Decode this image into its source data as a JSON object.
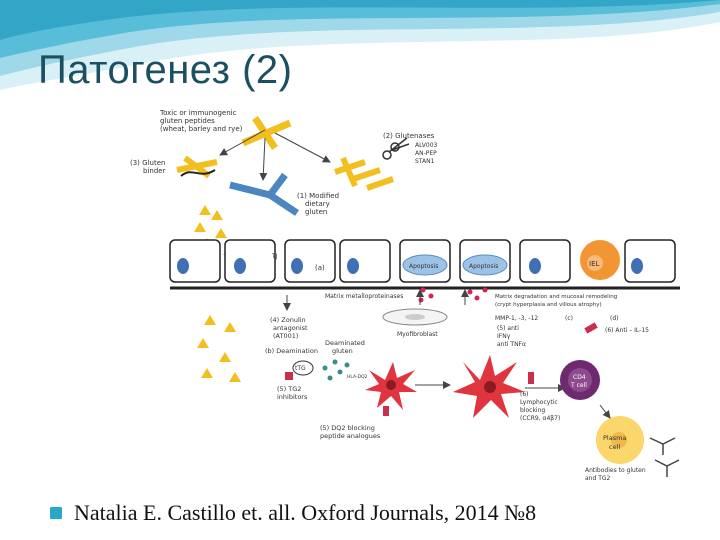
{
  "slide": {
    "title": "Патогенез (2)",
    "citation": "Natalia E. Castillo et. all. Oxford Journals, 2014 №8"
  },
  "colors": {
    "gluten": "#f3bf1f",
    "modified_gluten": "#4b86c1",
    "cell_nucleus": "#3f6fb5",
    "iel": "#f29633",
    "dendritic": "#e0353e",
    "cd4": "#6e2a6e",
    "plasma": "#fbd66b",
    "inhibitor": "#c8304e",
    "title": "#1d4f62",
    "bullet": "#2aa7c5"
  },
  "diagram": {
    "labels": {
      "toxic": [
        "Toxic or immunogenic",
        "gluten peptides",
        "(wheat, barley and rye)"
      ],
      "glutenases": [
        "(2) Glutenases",
        "ALV003",
        "AN-PEP",
        "STAN1"
      ],
      "binder": [
        "(3) Gluten",
        "binder"
      ],
      "modified": [
        "(1) Modified",
        "dietary",
        "gluten"
      ],
      "tj": "TJ",
      "a": "(a)",
      "apoptosis_1": "Apoptosis",
      "apoptosis_2": "Apoptosis",
      "iel": "IEL",
      "matrix": "Matrix metalloproteinases",
      "remodeling": [
        "Matrix degradation and mucosal remodeling",
        "(crypt hyperplasia and villous atrophy)"
      ],
      "mmp": "MMP-1, -3, -12",
      "c": "(c)",
      "d": "(d)",
      "anti_il15": "(6) Anti – IL-15",
      "zonulin": [
        "(4) Zonulin",
        "antagonist",
        "(AT001)"
      ],
      "myofibroblast": "Myofibroblast",
      "deamination": "(b) Deamination",
      "deaminated": [
        "Deaminated",
        "gluten"
      ],
      "ifn": [
        "(5) anti",
        "IFNγ",
        "anti TNFα"
      ],
      "ttg": "tTG",
      "tg2": [
        "(5) TG2",
        "inhibitors"
      ],
      "hla": "HLA-DQ2",
      "cd4": [
        "CD4",
        "T cell"
      ],
      "lymphocytic": [
        "(6)",
        "Lymphocytic",
        "blocking",
        "(CCR9, α4β7)"
      ],
      "dq2": [
        "(5) DQ2 blocking",
        "peptide analogues"
      ],
      "plasma": [
        "Plasma",
        "cell"
      ],
      "antibodies": [
        "Antibodies to gluten",
        "and TG2"
      ]
    }
  }
}
